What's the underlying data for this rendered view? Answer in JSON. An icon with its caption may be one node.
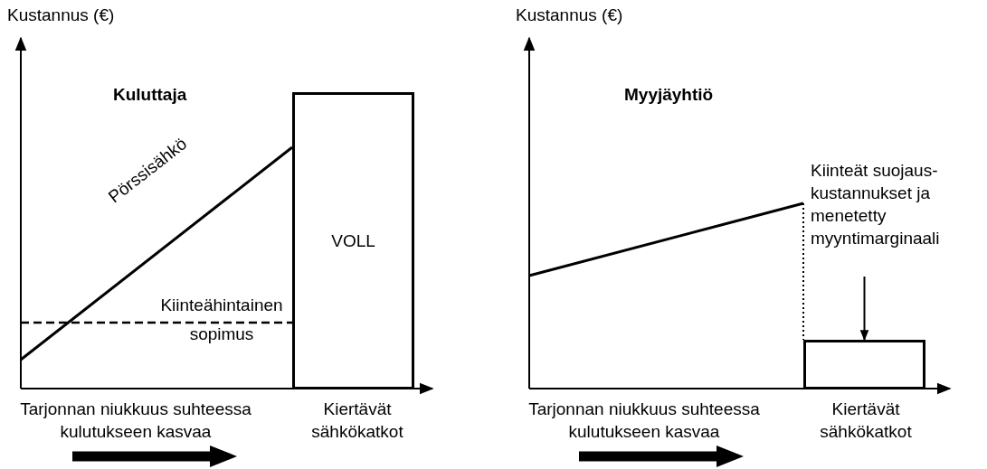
{
  "diagram": {
    "nodes": [
      {
        "text": [
          "VOLL"
        ]
      },
      {
        "text": [
          "Kiinteät suojaus-kustannukset ja menetetty myyntimarginaali"
        ]
      },
      {
        "text": [],
        "shape": "box"
      }
    ],
    "edges": [
      {
        "from": 1,
        "to": 2,
        "arrow": "to"
      }
    ],
    "labels": [
      "Kustannus (€)",
      "Kuluttaja",
      "Pörssisähkö",
      "Kiinteähintainen sopimus",
      "Tarjonnan niukkuus suhteessa kulutukseen kasvaa",
      "Kiertävät sähkökatkot",
      "Kustannus (€)",
      "Myyjäyhtiö",
      "Tarjonnan niukkuus suhteessa kulutukseen kasvaa",
      "Kiertävät sähkökatkot"
    ]
  }
}
